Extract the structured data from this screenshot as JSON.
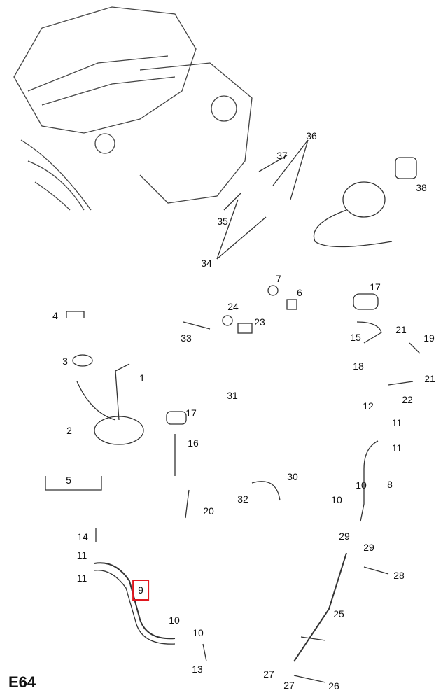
{
  "diagram_code": "E64",
  "highlighted_part": "9",
  "highlight_color": "#e0161e",
  "callouts": [
    "36",
    "37",
    "38",
    "35",
    "34",
    "7",
    "6",
    "17",
    "24",
    "23",
    "4",
    "33",
    "15",
    "21",
    "19",
    "3",
    "1",
    "18",
    "21",
    "22",
    "31",
    "17",
    "12",
    "2",
    "16",
    "11",
    "11",
    "5",
    "30",
    "8",
    "32",
    "10",
    "10",
    "20",
    "14",
    "29",
    "29",
    "11",
    "28",
    "11",
    "9",
    "25",
    "10",
    "10",
    "13",
    "27",
    "27",
    "26"
  ]
}
